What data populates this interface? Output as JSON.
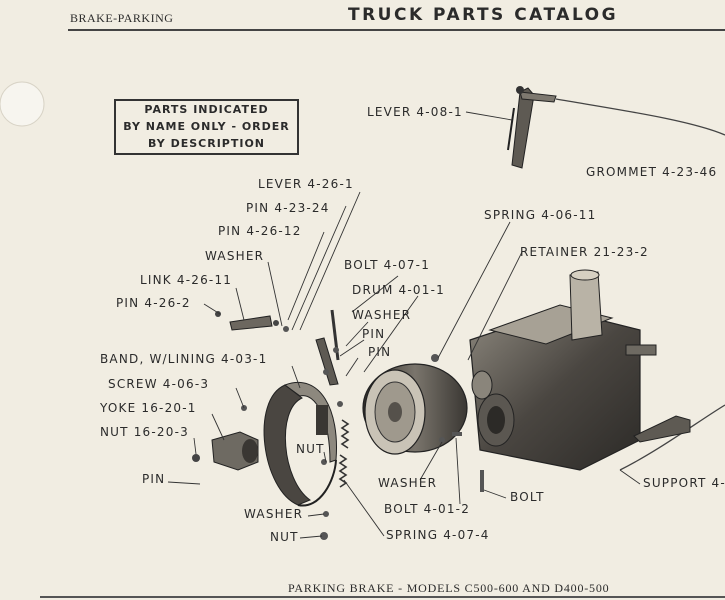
{
  "header": {
    "section": "BRAKE-PARKING",
    "title": "TRUCK PARTS CATALOG"
  },
  "note": {
    "lines": [
      "PARTS INDICATED",
      "BY NAME ONLY - ORDER",
      "BY DESCRIPTION"
    ]
  },
  "labels": {
    "lever_4_08_1": "LEVER 4-08-1",
    "grommet": "GROMMET 4-23-46",
    "lever_4_26_1": "LEVER 4-26-1",
    "pin_4_23_24": "PIN 4-23-24",
    "pin_4_26_12": "PIN 4-26-12",
    "washer_1": "WASHER",
    "link_4_26_11": "LINK 4-26-11",
    "pin_4_26_2": "PIN 4-26-2",
    "bolt_4_07_1": "BOLT 4-07-1",
    "drum_4_01_1": "DRUM 4-01-1",
    "washer_2": "WASHER",
    "pin_a": "PIN",
    "pin_b": "PIN",
    "spring_4_06_11": "SPRING 4-06-11",
    "retainer": "RETAINER 21-23-2",
    "band": "BAND, W/LINING 4-03-1",
    "screw": "SCREW 4-06-3",
    "yoke": "YOKE 16-20-1",
    "nut_16_20_3": "NUT 16-20-3",
    "nut_center": "NUT",
    "pin_c": "PIN",
    "washer_3": "WASHER",
    "bolt_4_01_2": "BOLT 4-01-2",
    "bolt": "BOLT",
    "support": "SUPPORT 4-",
    "washer_4": "WASHER",
    "nut_bottom": "NUT",
    "spring_4_07_4": "SPRING 4-07-4"
  },
  "footer": {
    "caption": "PARKING BRAKE - MODELS C500-600 AND D400-500"
  },
  "colors": {
    "paper": "#f1ede2",
    "ink": "#2b2b2b",
    "metal_dark": "#3d3a36",
    "metal_mid": "#6e6a62",
    "metal_light": "#b9b3a6"
  }
}
